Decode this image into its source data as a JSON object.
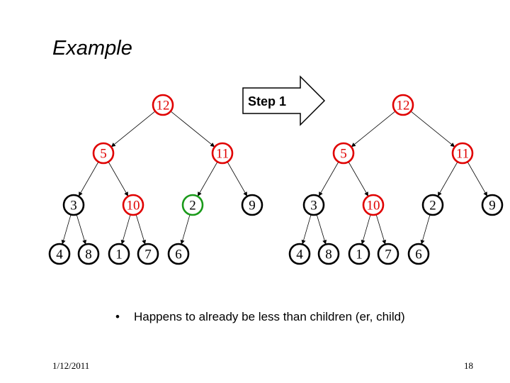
{
  "slide": {
    "title": "Example",
    "bullet": "Happens to already be less than children (er, child)",
    "date": "1/12/2011",
    "page_number": "18"
  },
  "arrow": {
    "label": "Step 1"
  },
  "colors": {
    "normal": "#000000",
    "highlight": "#e00000",
    "current": "#1a9a1a"
  },
  "trees": [
    {
      "name": "before",
      "nodes": [
        {
          "id": "n0",
          "label": "12",
          "state": "highlight"
        },
        {
          "id": "n1",
          "label": "5",
          "state": "highlight"
        },
        {
          "id": "n2",
          "label": "11",
          "state": "highlight"
        },
        {
          "id": "n3",
          "label": "3",
          "state": "normal"
        },
        {
          "id": "n4",
          "label": "10",
          "state": "highlight"
        },
        {
          "id": "n5",
          "label": "2",
          "state": "current"
        },
        {
          "id": "n6",
          "label": "9",
          "state": "normal"
        },
        {
          "id": "n7",
          "label": "4",
          "state": "normal"
        },
        {
          "id": "n8",
          "label": "8",
          "state": "normal"
        },
        {
          "id": "n9",
          "label": "1",
          "state": "normal"
        },
        {
          "id": "n10",
          "label": "7",
          "state": "normal"
        },
        {
          "id": "n11",
          "label": "6",
          "state": "normal"
        }
      ]
    },
    {
      "name": "after",
      "nodes": [
        {
          "id": "n0",
          "label": "12",
          "state": "highlight"
        },
        {
          "id": "n1",
          "label": "5",
          "state": "highlight"
        },
        {
          "id": "n2",
          "label": "11",
          "state": "highlight"
        },
        {
          "id": "n3",
          "label": "3",
          "state": "normal"
        },
        {
          "id": "n4",
          "label": "10",
          "state": "highlight"
        },
        {
          "id": "n5",
          "label": "2",
          "state": "normal"
        },
        {
          "id": "n6",
          "label": "9",
          "state": "normal"
        },
        {
          "id": "n7",
          "label": "4",
          "state": "normal"
        },
        {
          "id": "n8",
          "label": "8",
          "state": "normal"
        },
        {
          "id": "n9",
          "label": "1",
          "state": "normal"
        },
        {
          "id": "n10",
          "label": "7",
          "state": "normal"
        },
        {
          "id": "n11",
          "label": "6",
          "state": "normal"
        }
      ]
    }
  ]
}
